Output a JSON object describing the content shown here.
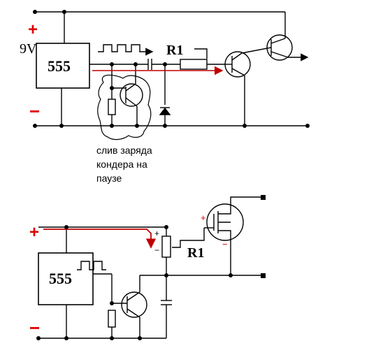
{
  "top_circuit": {
    "voltage_label": "9V",
    "plus_sign": "+",
    "minus_sign": "−",
    "chip_label": "555",
    "resistor_label": "R1",
    "annotation_lines": [
      "слив заряда",
      "кондера на",
      "паузе"
    ]
  },
  "bottom_circuit": {
    "plus_sign": "+",
    "minus_sign": "−",
    "chip_label": "555",
    "resistor_label": "R1",
    "pot_plus": "+",
    "pot_minus": "−",
    "mosfet_plus": "+",
    "mosfet_minus": "−"
  },
  "colors": {
    "wire": "#000000",
    "polarity": "#e00000",
    "signal_arrow": "#c00000"
  }
}
